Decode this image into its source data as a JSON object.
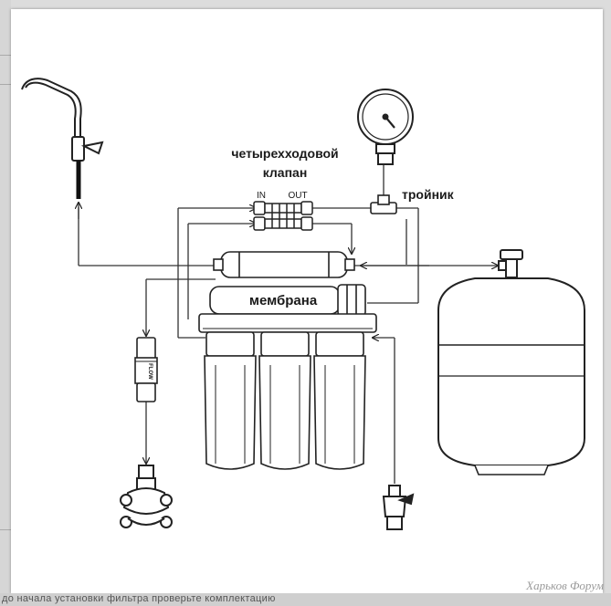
{
  "diagram": {
    "valve_label_line1": "четырехходовой",
    "valve_label_line2": "клапан",
    "port_in": "IN",
    "port_out": "OUT",
    "tee_label": "тройник",
    "membrane_label": "мембрана",
    "flow_label": "FLOW"
  },
  "watermark": "Харьков Форум",
  "bottom_text": "до начала установки фильтра проверьте комплектацию"
}
